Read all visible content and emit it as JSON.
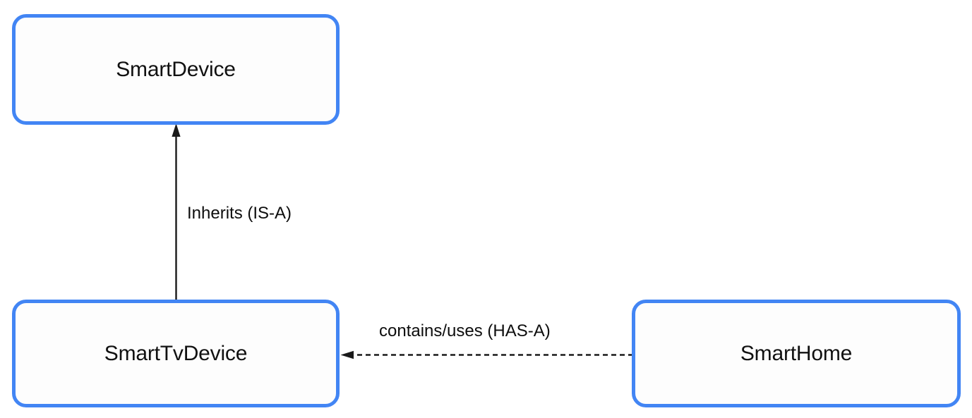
{
  "diagram": {
    "type": "class-relationship-diagram",
    "background_color": "#ffffff",
    "node_border_color": "#4285F4",
    "node_fill_color": "#fdfdfd",
    "edge_color": "#1a1a1a",
    "nodes": [
      {
        "id": "smartdevice",
        "label": "SmartDevice"
      },
      {
        "id": "smarttvdevice",
        "label": "SmartTvDevice"
      },
      {
        "id": "smarthome",
        "label": "SmartHome"
      }
    ],
    "edges": [
      {
        "id": "inherits",
        "label": "Inherits (IS-A)",
        "from": "SmartTvDevice",
        "to": "SmartDevice",
        "style": "solid",
        "arrow": "up"
      },
      {
        "id": "contains",
        "label": "contains/uses (HAS-A)",
        "from": "SmartHome",
        "to": "SmartTvDevice",
        "style": "dashed",
        "arrow": "left"
      }
    ]
  }
}
